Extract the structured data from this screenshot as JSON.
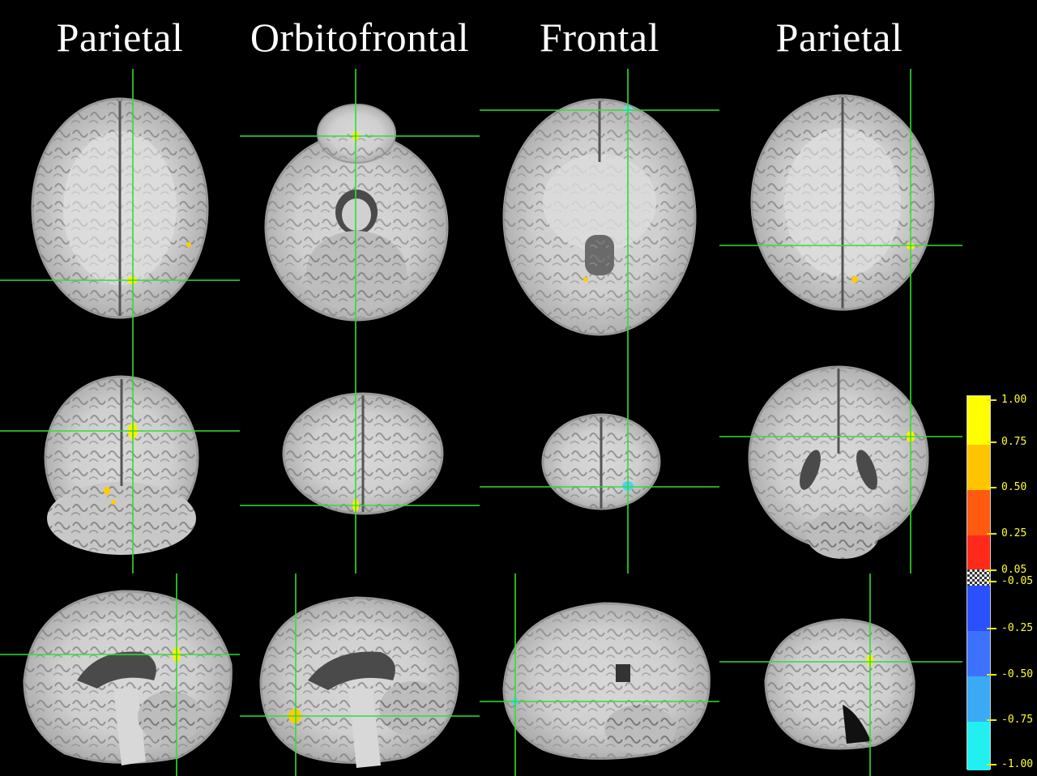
{
  "columns": [
    {
      "title": "Parietal"
    },
    {
      "title": "Orbitofrontal"
    },
    {
      "title": "Frontal"
    },
    {
      "title": "Parietal"
    }
  ],
  "colors": {
    "crosshair": "#33dd33",
    "activation_positive": "#ffee00",
    "activation_negative": "#55ddff",
    "background": "#000000"
  },
  "color_scale": {
    "labels": [
      "1.00",
      "0.75",
      "0.50",
      "0.25",
      "0.05",
      "-0.05",
      "-0.25",
      "-0.50",
      "-0.75",
      "-1.00"
    ],
    "segments": [
      {
        "color": "#ffff00"
      },
      {
        "color": "#ffc400"
      },
      {
        "color": "#ff5a10"
      },
      {
        "color": "#ff2a1a"
      },
      {
        "color": "#9a9a9a"
      },
      {
        "color": "#2a50ff"
      },
      {
        "color": "#3d72ff"
      },
      {
        "color": "#3aaaf5"
      },
      {
        "color": "#22f0f0"
      }
    ]
  }
}
